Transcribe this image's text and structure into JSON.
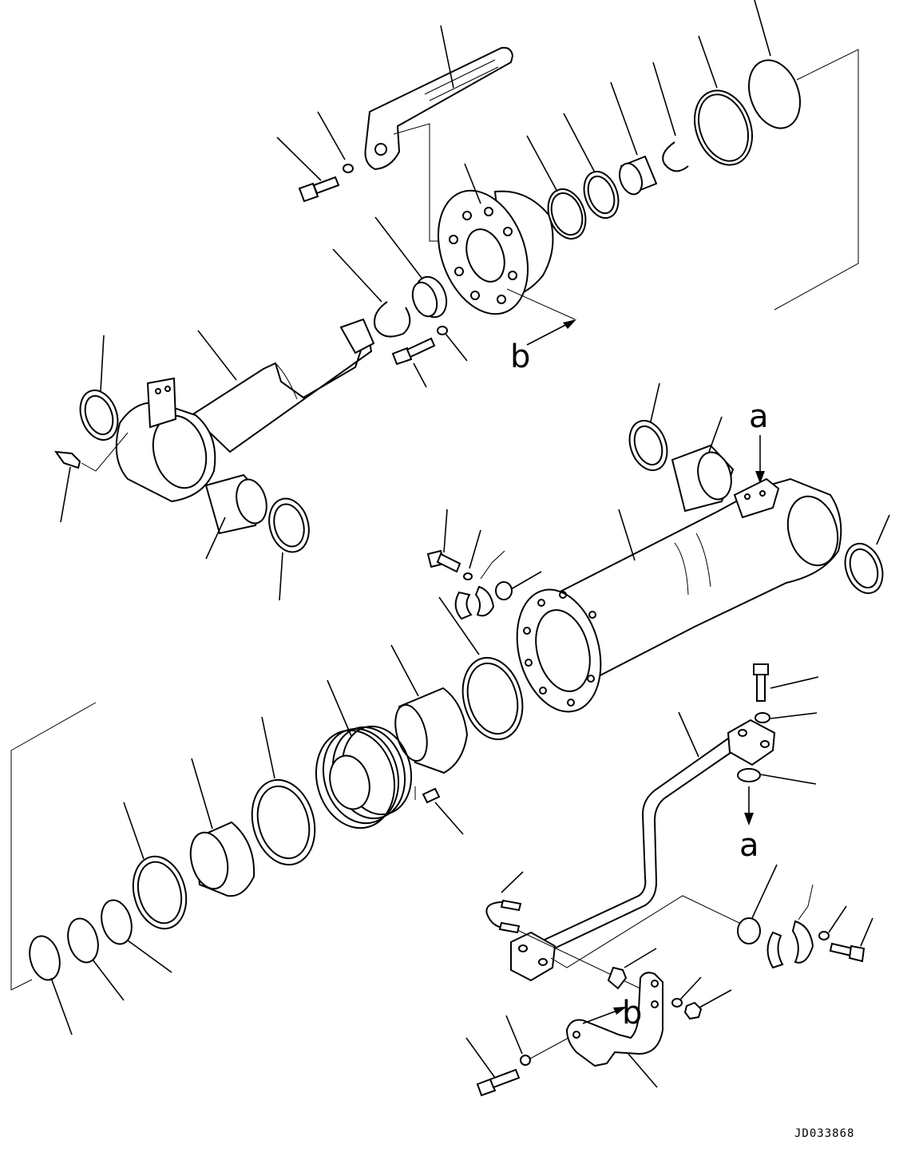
{
  "drawing": {
    "callout_a_top": "a",
    "callout_a_bottom": "a",
    "callout_b_top": "b",
    "callout_b_bottom": "b",
    "drawing_code": "JD033868"
  },
  "colors": {
    "line": "#000000",
    "background": "#ffffff"
  }
}
